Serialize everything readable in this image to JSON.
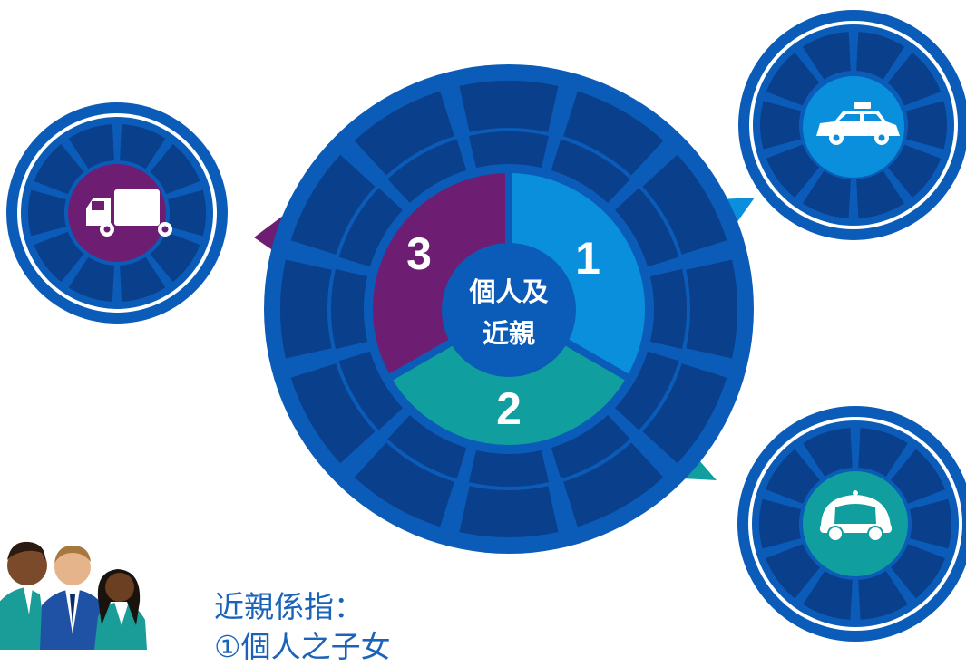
{
  "center": {
    "line1": "個人及",
    "line2": "近親"
  },
  "segments": [
    {
      "number": "1",
      "color": "#0a8fdc"
    },
    {
      "number": "2",
      "color": "#109e9e"
    },
    {
      "number": "3",
      "color": "#6d1e73"
    }
  ],
  "vehicles": [
    {
      "icon": "truck-icon",
      "color": "#6d1e73"
    },
    {
      "icon": "taxi-icon",
      "color": "#0a8fdc"
    },
    {
      "icon": "autonomous-car-icon",
      "color": "#109e9e"
    }
  ],
  "note": {
    "title": "近親係指：",
    "item1": "①個人之子女"
  },
  "colors": {
    "ring": "#0b5cb8",
    "slot": "#0a3f8c",
    "white": "#ffffff"
  }
}
